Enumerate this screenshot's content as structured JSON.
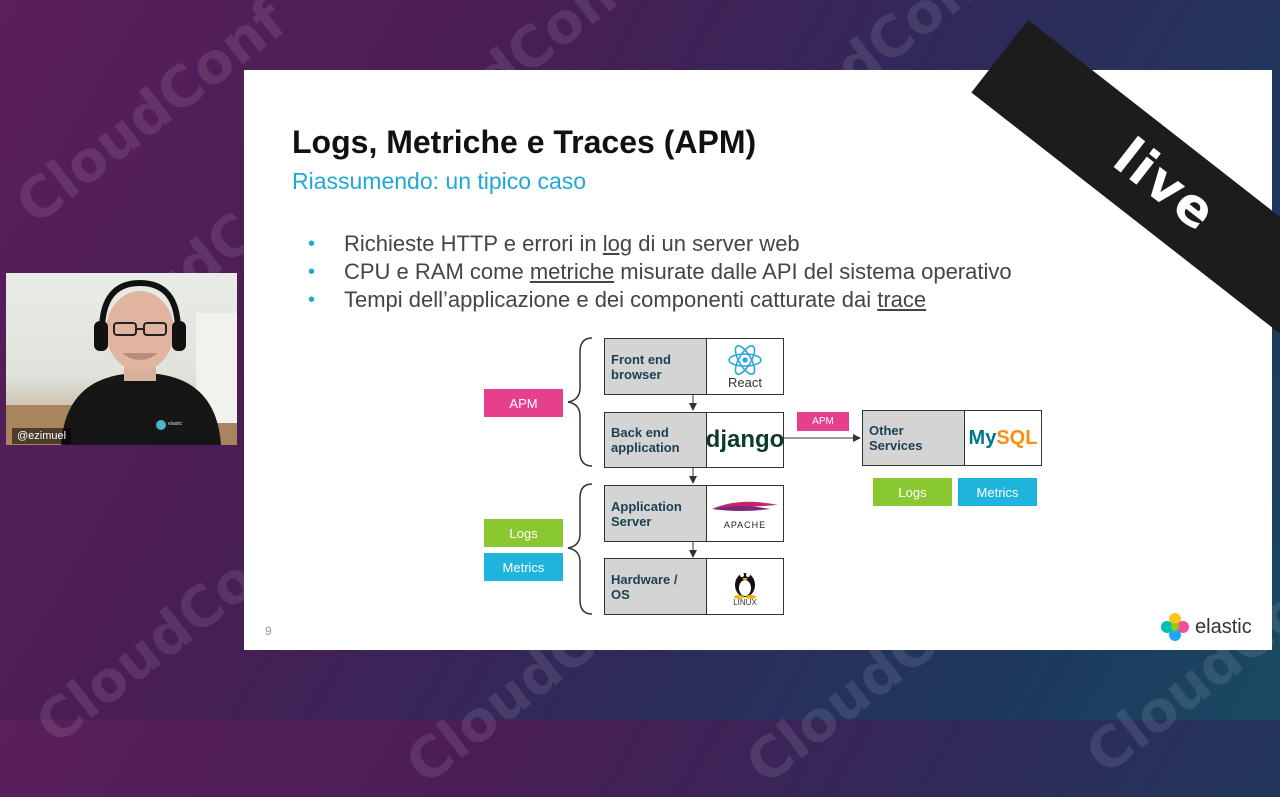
{
  "watermark": "CloudConf",
  "live_badge": "live",
  "presenter": {
    "name": "@ezimuel",
    "shirt_logo": "elastic"
  },
  "slide": {
    "title": "Logs, Metriche e Traces (APM)",
    "subtitle": "Riassumendo: un tipico caso",
    "bullets": [
      {
        "before": "Richieste HTTP e errori in ",
        "link": "log",
        "after": " di un server web"
      },
      {
        "before": "CPU e RAM come ",
        "link": "metriche",
        "after": " misurate dalle API del sistema operativo"
      },
      {
        "before": "Tempi dell’applicazione e dei componenti catturate dai ",
        "link": "trace",
        "after": ""
      }
    ],
    "page_number": "9",
    "brand": "elastic"
  },
  "diagram": {
    "frontend": {
      "label": "Front end\nbrowser",
      "logo": "React",
      "icon": "react-atom-icon"
    },
    "backend": {
      "label": "Back end\napplication",
      "logo": "django"
    },
    "appserver": {
      "label": "Application\nServer",
      "logo": "APACHE",
      "icon": "apache-feather-icon"
    },
    "hardware": {
      "label": "Hardware /\nOS",
      "logo": "LINUX",
      "icon": "tux-penguin-icon"
    },
    "other": {
      "label": "Other\nServices",
      "logo_a": "My",
      "logo_b": "SQL"
    },
    "tags": {
      "apm": "APM",
      "apm_small": "APM",
      "logs": "Logs",
      "metrics": "Metrics"
    }
  },
  "colors": {
    "apm": "#e6408c",
    "logs": "#8ac832",
    "metrics": "#1eb4dc",
    "subtitle": "#1fa8d6",
    "label_text": "#1c3f54"
  }
}
